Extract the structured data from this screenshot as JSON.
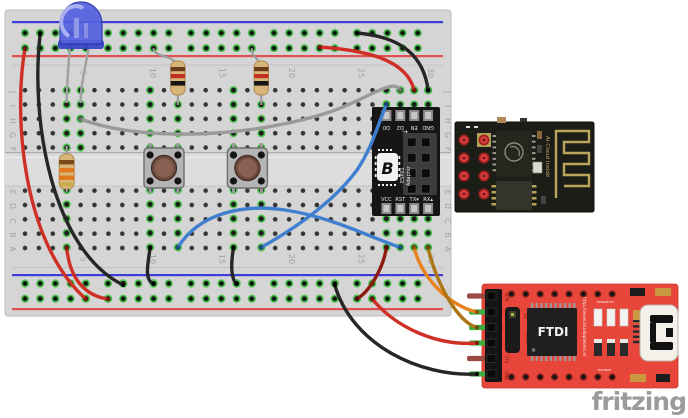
{
  "app": {
    "brand": "fritzing"
  },
  "breadboard": {
    "row_letters": [
      "J",
      "I",
      "H",
      "G",
      "F",
      "E",
      "D",
      "C",
      "B",
      "A"
    ],
    "column_numbers": [
      "5",
      "10",
      "15",
      "20",
      "25",
      "30"
    ]
  },
  "adapter": {
    "top_pin_labels": [
      "D0",
      "D2",
      "EN",
      "GND"
    ],
    "bottom_pin_labels": [
      "VCC",
      "RST",
      "TX▾",
      "RX▴"
    ],
    "name_line1": "ESP01",
    "name_line2": "Adapter",
    "logo_letter": "B",
    "arrow": "→"
  },
  "esp_module": {
    "antenna_label": "AI-Cloud Inside"
  },
  "ftdi": {
    "chip_label": "FTDI",
    "jumper_top": "5V",
    "jumper_bottom": "3.3V",
    "side_url": "http://www.studiopieters.nl",
    "silk_top": "PWRLEDTX",
    "silk_bottom": "DCDRXD",
    "pin_labels": [
      "DTR",
      "RX",
      "TX",
      "VCC",
      "CTS",
      "GND"
    ]
  },
  "colors": {
    "red": "#cf2f24",
    "red_dark": "#7a140e",
    "dark_red": "#8e1a10",
    "dark_red_dark": "#560905",
    "black": "#262626",
    "black_dark": "#000000",
    "gray": "#9a9a9a",
    "gray_dark": "#6e6e6e",
    "blue": "#3f7fd0",
    "blue_dark": "#1f4f85",
    "orange": "#e8821e",
    "orange_dark": "#8f4f10",
    "gold": "#ad7617",
    "gold_dark": "#6b480e",
    "green_hole": "#4ec04e",
    "led_blue": "#5560e0",
    "board_red": "#e8463b",
    "pcb_black": "#161616"
  }
}
